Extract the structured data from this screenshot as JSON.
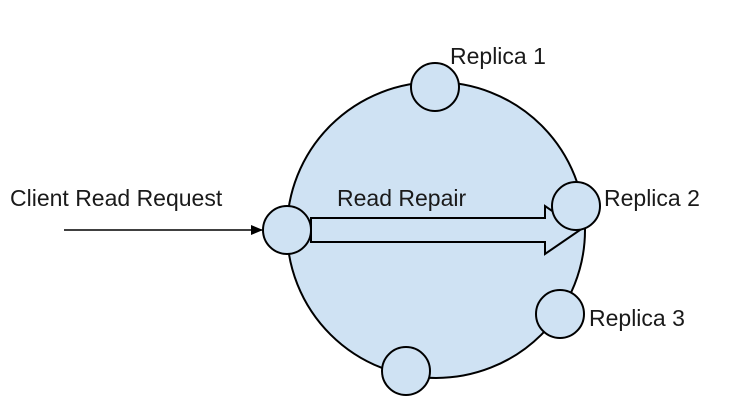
{
  "diagram": {
    "labels": {
      "client_request": "Client Read Request",
      "read_repair": "Read Repair",
      "replica_1": "Replica 1",
      "replica_2": "Replica 2",
      "replica_3": "Replica 3"
    },
    "colors": {
      "ring_fill": "#cfe2f3",
      "stroke": "#000000",
      "text": "#1a1a1a"
    }
  }
}
